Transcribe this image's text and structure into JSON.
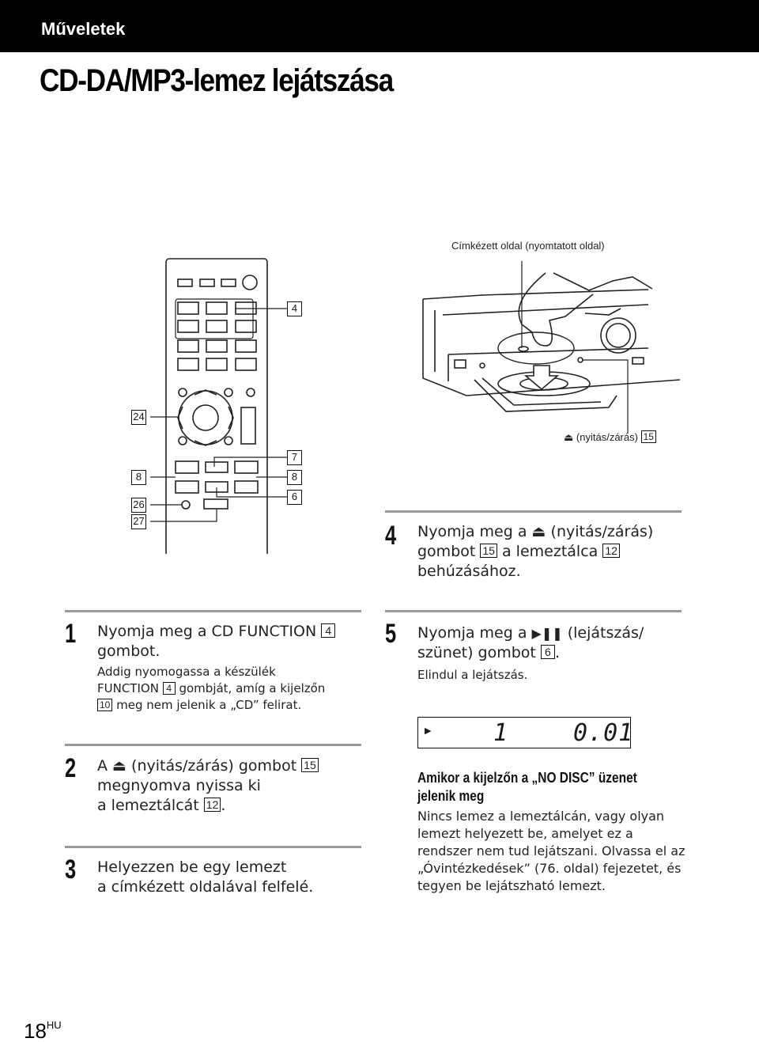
{
  "header": {
    "section": "Műveletek"
  },
  "page_title": "CD-DA/MP3-lemez lejátszása",
  "figure": {
    "callout_label_side": "Címkézett oldal (nyomtatott oldal)",
    "callout_eject": "(nyitás/zárás)",
    "callout_eject_num": "15",
    "remote_labels": {
      "r4": "4",
      "r24": "24",
      "r7": "7",
      "r8a": "8",
      "r8b": "8",
      "r6": "6",
      "r26": "26",
      "r27": "27"
    }
  },
  "steps": [
    {
      "num": "1",
      "line1": "Nyomja meg a CD FUNCTION",
      "key1": "4",
      "line2": "gombot.",
      "sub1": "Addig nyomogassa a készülék",
      "sub2a": "FUNCTION",
      "sub2key": "4",
      "sub2b": "gombját, amíg a kijelzőn",
      "sub3key": "10",
      "sub3": "meg nem jelenik a „CD” felirat."
    },
    {
      "num": "2",
      "line1a": "A",
      "line1b": "(nyitás/zárás) gombot",
      "key1": "15",
      "line2": "megnyomva nyissa ki",
      "line3": "a lemeztálcát",
      "key3": "12",
      "line3end": "."
    },
    {
      "num": "3",
      "line1": "Helyezzen be egy lemezt",
      "line2": "a címkézett oldalával felfelé."
    },
    {
      "num": "4",
      "line1a": "Nyomja meg a",
      "line1b": "(nyitás/zárás)",
      "line2a": "gombot",
      "key2a": "15",
      "line2b": "a lemeztálca",
      "key2b": "12",
      "line3": "behúzásához."
    },
    {
      "num": "5",
      "line1a": "Nyomja meg a",
      "line1b": "(lejátszás/",
      "line2": "szünet) gombot",
      "key2": "6",
      "line2end": ".",
      "sub": "Elindul a lejátszás."
    }
  ],
  "display": {
    "track": "1",
    "time": "0.01"
  },
  "note": {
    "title": "Amikor a kijelzőn a „NO DISC” üzenet jelenik meg",
    "body": "Nincs lemez a lemeztálcán, vagy olyan lemezt helyezett be, amelyet ez a rendszer nem tud lejátszani. Olvassa el az „Óvintézkedések” (76. oldal) fejezetet, és tegyen be lejátszható lemezt."
  },
  "page_number": {
    "num": "18",
    "suffix": "HU"
  }
}
